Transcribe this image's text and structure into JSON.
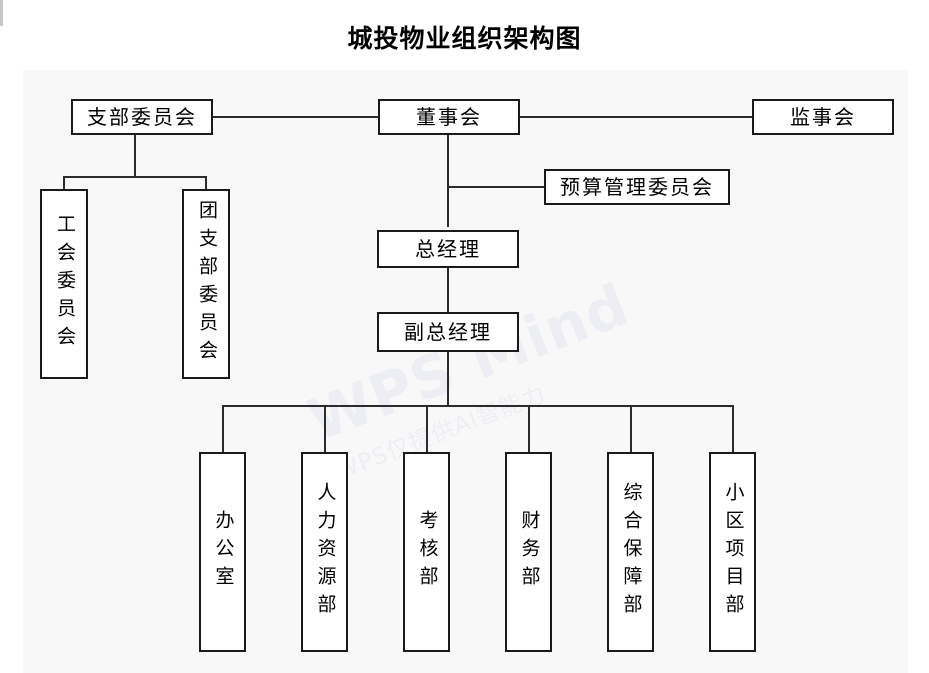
{
  "page": {
    "title": "城投物业组织架构图",
    "watermark_primary": "WPS Mind",
    "watermark_secondary": "WPS仅提供AI智能力",
    "background_color": "#ffffff",
    "canvas_color": "#f8f8f9",
    "node_border_color": "#1a1a1a",
    "connector_color": "#2b2b2b"
  },
  "org_chart": {
    "type": "org-hierarchy",
    "nodes": [
      {
        "id": "party-branch-committee",
        "label": "支部委员会",
        "orientation": "horizontal",
        "level": 0
      },
      {
        "id": "board-of-directors",
        "label": "董事会",
        "orientation": "horizontal",
        "level": 0
      },
      {
        "id": "board-of-supervisors",
        "label": "监事会",
        "orientation": "horizontal",
        "level": 0
      },
      {
        "id": "budget-management-committee",
        "label": "预算管理委员会",
        "orientation": "horizontal",
        "level": 1
      },
      {
        "id": "labor-union-committee",
        "label": "工会委员会",
        "orientation": "vertical",
        "level": 1
      },
      {
        "id": "youth-league-branch-committee",
        "label": "团支部委员会",
        "orientation": "vertical",
        "level": 1
      },
      {
        "id": "general-manager",
        "label": "总经理",
        "orientation": "horizontal",
        "level": 2
      },
      {
        "id": "deputy-general-manager",
        "label": "副总经理",
        "orientation": "horizontal",
        "level": 3
      },
      {
        "id": "office",
        "label": "办公室",
        "orientation": "vertical",
        "level": 4
      },
      {
        "id": "human-resources-dept",
        "label": "人力资源部",
        "orientation": "vertical",
        "level": 4
      },
      {
        "id": "assessment-dept",
        "label": "考核部",
        "orientation": "vertical",
        "level": 4
      },
      {
        "id": "finance-dept",
        "label": "财务部",
        "orientation": "vertical",
        "level": 4
      },
      {
        "id": "comprehensive-support-dept",
        "label": "综合保障部",
        "orientation": "vertical",
        "level": 4
      },
      {
        "id": "community-project-dept",
        "label": "小区项目部",
        "orientation": "vertical",
        "level": 4
      }
    ],
    "edges": [
      {
        "from": "party-branch-committee",
        "to": "board-of-directors"
      },
      {
        "from": "board-of-directors",
        "to": "board-of-supervisors"
      },
      {
        "from": "party-branch-committee",
        "to": "labor-union-committee"
      },
      {
        "from": "party-branch-committee",
        "to": "youth-league-branch-committee"
      },
      {
        "from": "board-of-directors",
        "to": "budget-management-committee"
      },
      {
        "from": "board-of-directors",
        "to": "general-manager"
      },
      {
        "from": "general-manager",
        "to": "deputy-general-manager"
      },
      {
        "from": "deputy-general-manager",
        "to": "office"
      },
      {
        "from": "deputy-general-manager",
        "to": "human-resources-dept"
      },
      {
        "from": "deputy-general-manager",
        "to": "assessment-dept"
      },
      {
        "from": "deputy-general-manager",
        "to": "finance-dept"
      },
      {
        "from": "deputy-general-manager",
        "to": "comprehensive-support-dept"
      },
      {
        "from": "deputy-general-manager",
        "to": "community-project-dept"
      }
    ]
  }
}
